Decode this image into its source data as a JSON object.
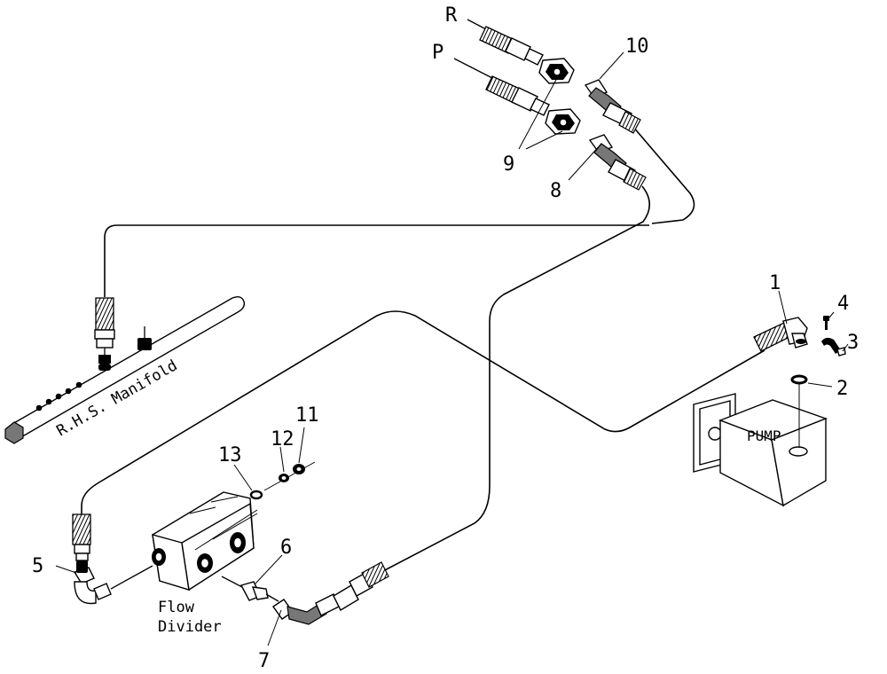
{
  "ports": {
    "r": "R",
    "p": "P"
  },
  "labels": {
    "manifold": "R.H.S. Manifold",
    "pump": "PUMP",
    "flow_divider_line1": "Flow",
    "flow_divider_line2": "Divider"
  },
  "callouts": [
    "1",
    "2",
    "3",
    "4",
    "5",
    "6",
    "7",
    "8",
    "9",
    "10",
    "11",
    "12",
    "13"
  ]
}
